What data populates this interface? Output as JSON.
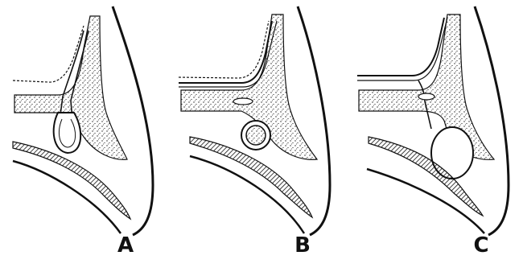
{
  "figure": {
    "panels": [
      {
        "label": "A"
      },
      {
        "label": "B"
      },
      {
        "label": "C"
      }
    ],
    "colors": {
      "ink": "#111111",
      "paper": "#ffffff",
      "stipple": "#222222"
    }
  }
}
